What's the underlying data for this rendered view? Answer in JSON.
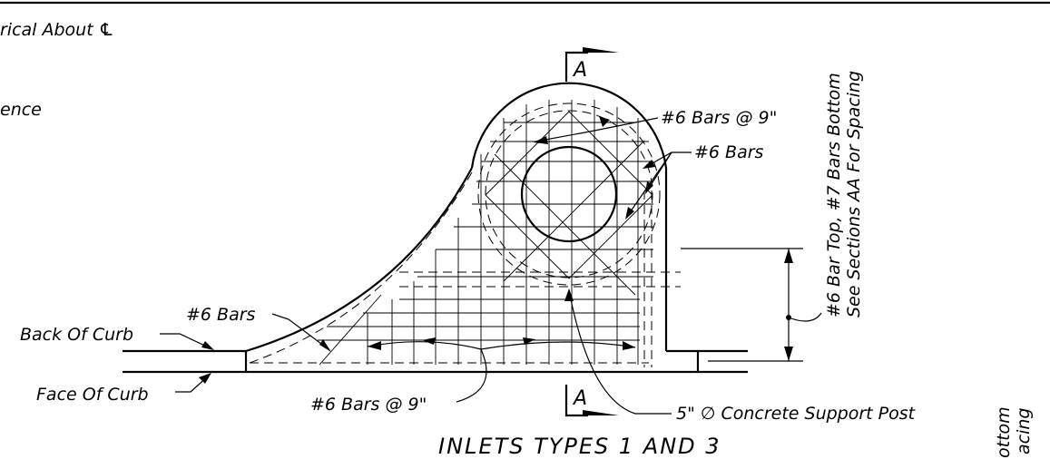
{
  "drawing": {
    "title": "INLETS TYPES 1 AND 3",
    "labels": {
      "top_left_1": "rical About ℄",
      "top_left_2": "ence",
      "back_of_curb": "Back Of Curb",
      "face_of_curb": "Face Of Curb",
      "bars_6_left": "#6 Bars",
      "bars_6_at_9_bottom": "#6 Bars @ 9\"",
      "bars_6_at_9_top": "#6 Bars @ 9\"",
      "bars_6_right": "#6 Bars",
      "support_post": "5\" ∅ Concrete Support Post",
      "vertical_line1": "#6 Bar Top, #7 Bars Bottom",
      "vertical_line2": "See Sections AA For Spacing",
      "vertical_fragment1": "ottom",
      "vertical_fragment2": "acing",
      "section_top": "A",
      "section_bottom": "A"
    }
  }
}
